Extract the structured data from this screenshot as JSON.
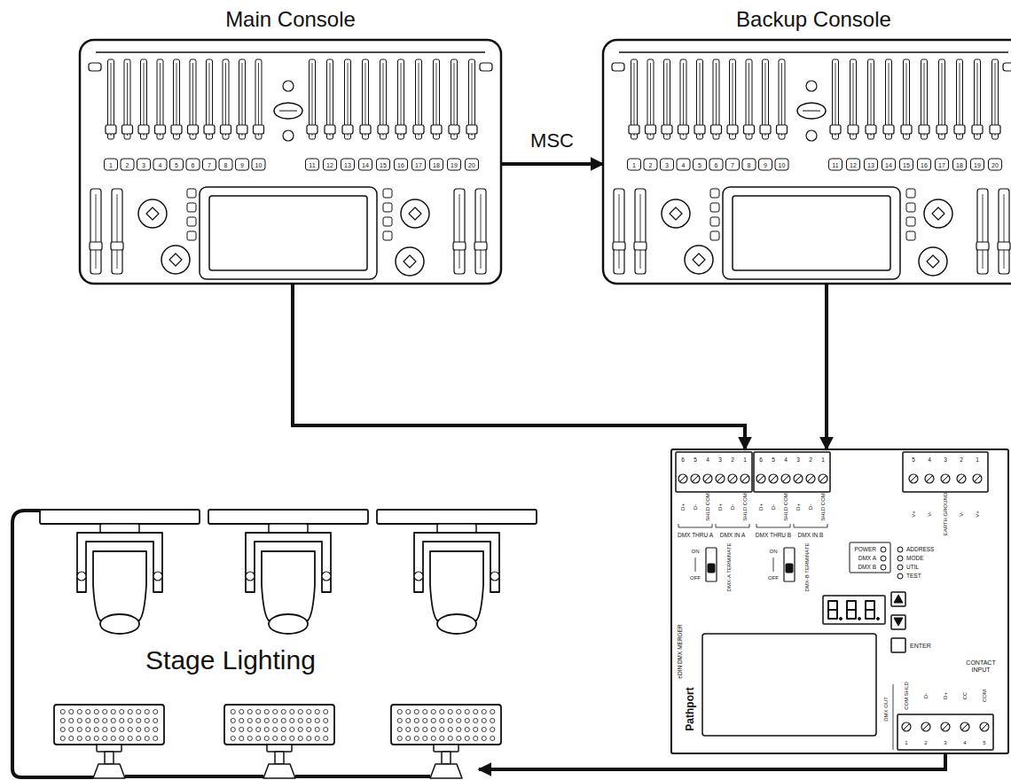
{
  "diagram": {
    "nodes": [
      {
        "text": [
          "Main Console"
        ]
      },
      {
        "text": [
          "Backup Console"
        ]
      },
      {
        "text": [
          "Pathport",
          "eDIN DMX MERGER"
        ]
      },
      {
        "text": [
          "Stage Lighting"
        ]
      }
    ],
    "edges": [
      {
        "from": 0,
        "to": 1,
        "arrow": "to",
        "label": "MSC"
      },
      {
        "from": 0,
        "to": 2,
        "arrow": "to"
      },
      {
        "from": 1,
        "to": 2,
        "arrow": "to"
      },
      {
        "from": 2,
        "to": 3,
        "arrow": "to"
      }
    ],
    "labels": [
      "1",
      "2",
      "3",
      "4",
      "5",
      "6",
      "7",
      "8",
      "9",
      "10",
      "11",
      "12",
      "13",
      "14",
      "15",
      "16",
      "17",
      "18",
      "19",
      "20",
      "1",
      "2",
      "3",
      "4",
      "5",
      "6",
      "7",
      "8",
      "9",
      "10",
      "11",
      "12",
      "13",
      "14",
      "15",
      "16",
      "17",
      "18",
      "19",
      "20",
      "6",
      "5",
      "4",
      "3",
      "2",
      "1",
      "D+",
      "D-",
      "SHLD COM",
      "D+",
      "D-",
      "SHLD COM",
      "DMX THRU A",
      "DMX IN A",
      "6",
      "5",
      "4",
      "3",
      "2",
      "1",
      "D+",
      "D-",
      "SHLD COM",
      "D+",
      "D-",
      "SHLD COM",
      "DMX THRU B",
      "DMX IN B",
      "5",
      "4",
      "3",
      "2",
      "1",
      "V+",
      "V-",
      "EARTH GROUND",
      "V-",
      "V+",
      "ON",
      "OFF",
      "DMX-A TERMINATE",
      "ON",
      "OFF",
      "DMX-B TERMINATE",
      "POWER",
      "DMX A",
      "DMX B",
      "ADDRESS",
      "MODE",
      "UTIL",
      "TEST",
      "ENTER",
      "CONTACT INPUT",
      "COM SHLD",
      "D-",
      "D+",
      "CC",
      "COM",
      "1",
      "2",
      "3",
      "4",
      "5",
      "DMX OUT"
    ]
  }
}
